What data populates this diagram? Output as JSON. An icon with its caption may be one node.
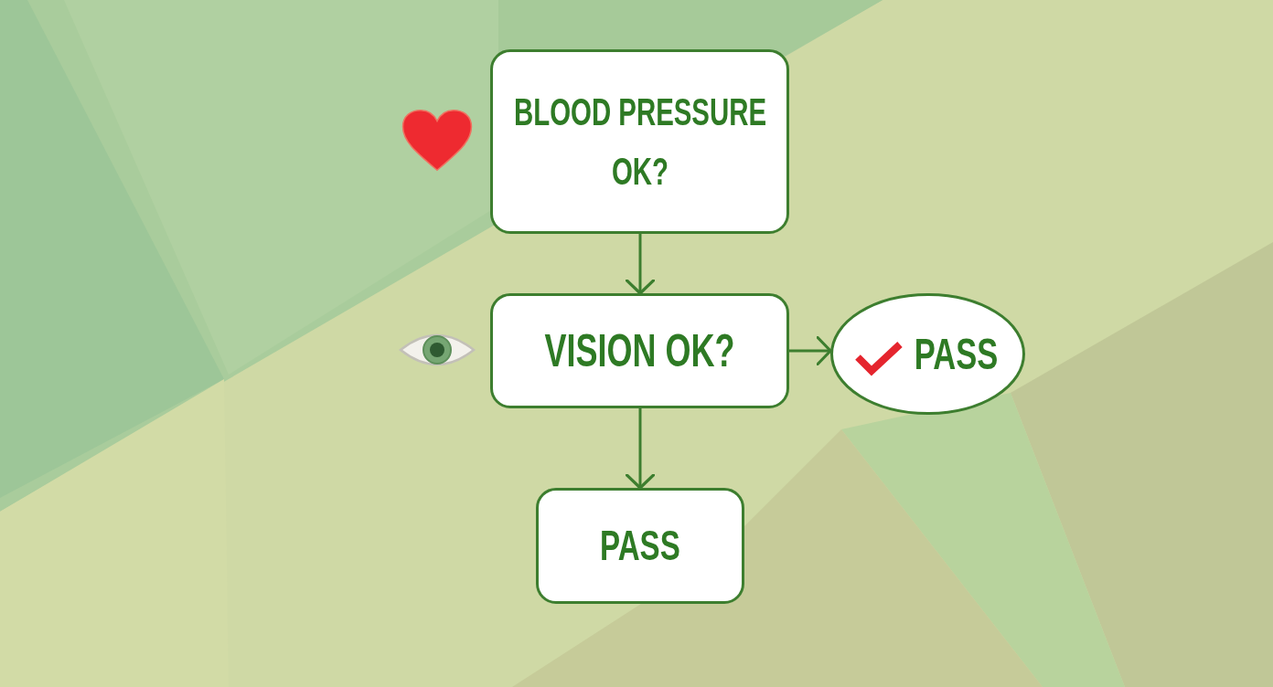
{
  "diagram": {
    "nodes": [
      {
        "text": [
          "BLOOD PRESSURE OK?"
        ]
      },
      {
        "text": [
          "VISION OK?"
        ]
      },
      {
        "text": [
          "PASS"
        ]
      },
      {
        "text": [
          "PASS"
        ]
      }
    ],
    "edges": [
      {
        "from": 0,
        "to": 1,
        "arrow": "to"
      },
      {
        "from": 1,
        "to": 2,
        "arrow": "to"
      },
      {
        "from": 1,
        "to": 3,
        "arrow": "to"
      }
    ]
  }
}
